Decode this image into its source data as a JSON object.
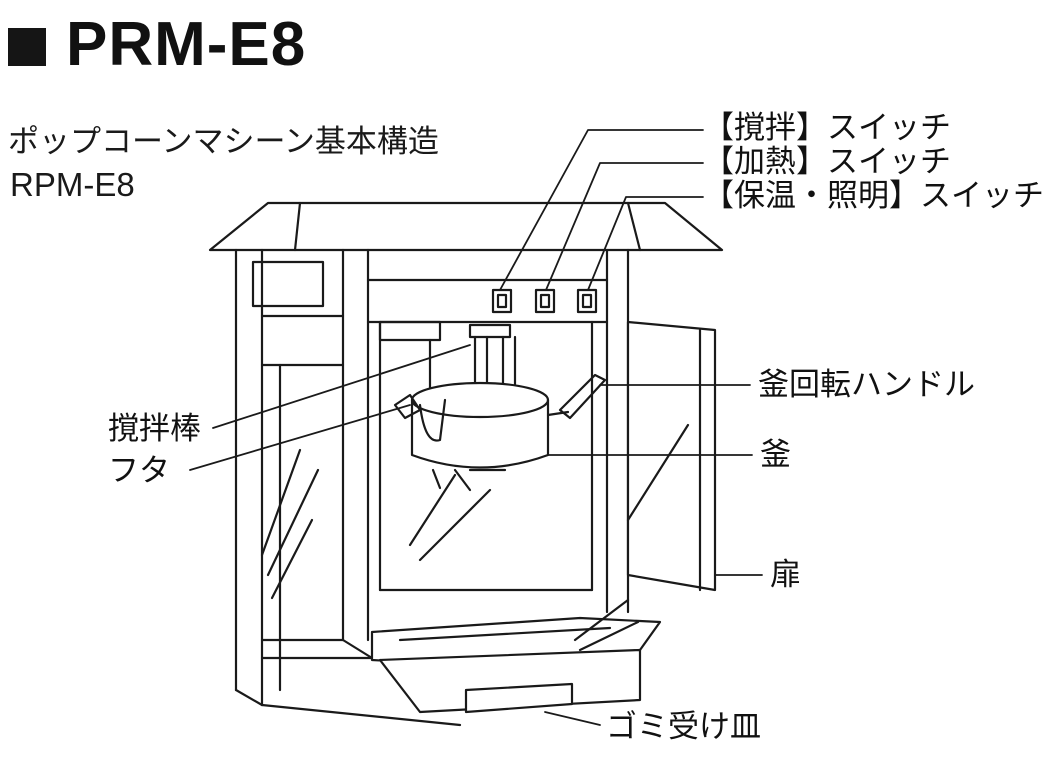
{
  "title": "PRM-E8",
  "subtitle": "ポップコーンマシーン基本構造",
  "model": "RPM-E8",
  "labels": {
    "stir_switch": "【撹拌】スイッチ",
    "heat_switch": "【加熱】スイッチ",
    "warm_light_switch": "【保温・照明】スイッチ",
    "kettle_handle": "釜回転ハンドル",
    "stir_rod": "撹拌棒",
    "lid": "フタ",
    "kettle": "釜",
    "door": "扉",
    "waste_tray": "ゴミ受け皿"
  }
}
